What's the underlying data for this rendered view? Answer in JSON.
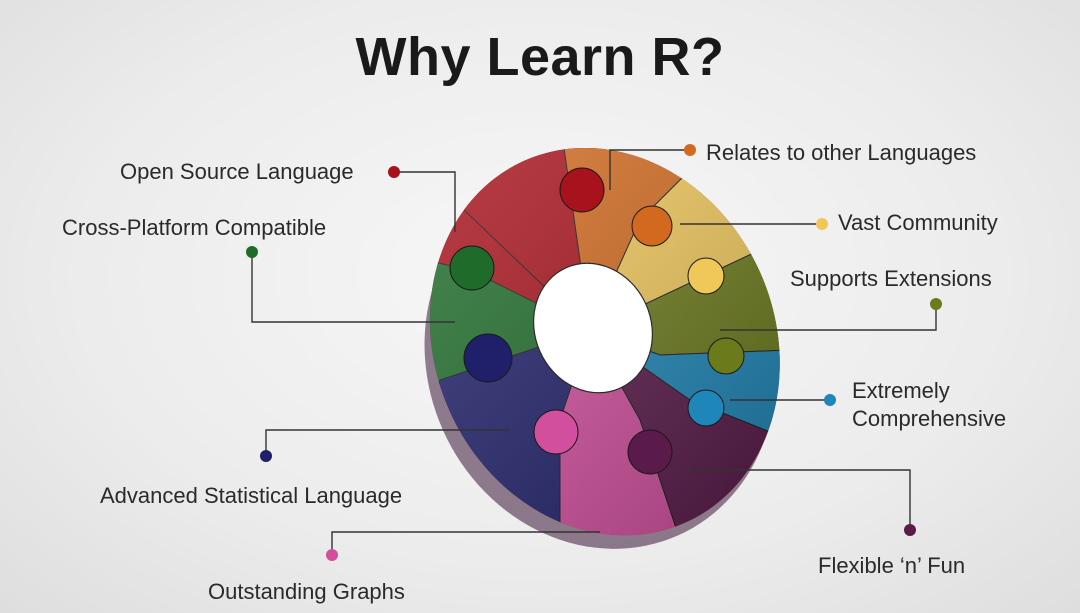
{
  "title": "Why Learn R?",
  "features": [
    {
      "id": "open-source",
      "label": "Open Source Language",
      "color": "#a8121c"
    },
    {
      "id": "relates",
      "label": "Relates to other Languages",
      "color": "#d2691e"
    },
    {
      "id": "vast-community",
      "label": "Vast Community",
      "color": "#f0c85a"
    },
    {
      "id": "supports-extensions",
      "label": "Supports Extensions",
      "color": "#6b7a1a"
    },
    {
      "id": "extremely-comprehensive",
      "label": "Extremely Comprehensive",
      "color": "#1e86b8"
    },
    {
      "id": "flexible-fun",
      "label": "Flexible ‘n’ Fun",
      "color": "#5a1a4a"
    },
    {
      "id": "outstanding-graphs",
      "label": "Outstanding Graphs",
      "color": "#d24f9e"
    },
    {
      "id": "advanced-statistical",
      "label": "Advanced Statistical Language",
      "color": "#1f1f6a"
    },
    {
      "id": "cross-platform",
      "label": "Cross-Platform Compatible",
      "color": "#1e6b2a"
    }
  ]
}
